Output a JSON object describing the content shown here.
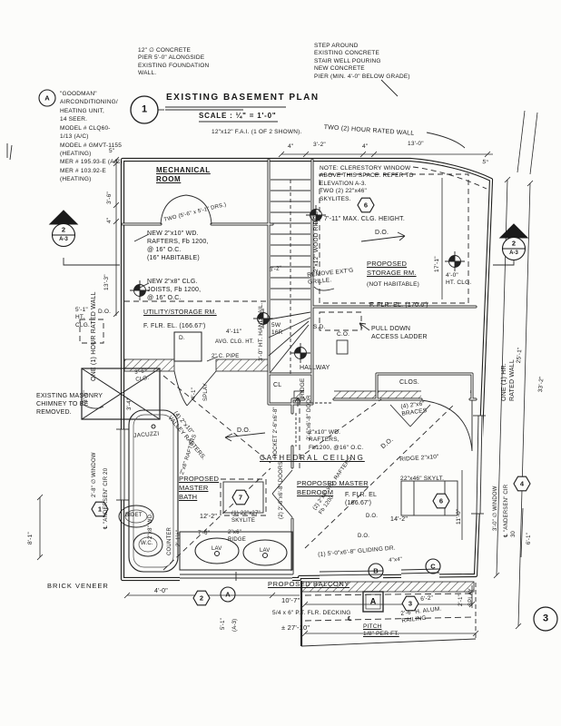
{
  "title_block": {
    "number": "1",
    "title": "EXISTING BASEMENT PLAN",
    "scale": "SCALE : ¼\" = 1'-0\""
  },
  "markers": {
    "a": "A",
    "section_top": "2",
    "section_bottom": "A-3",
    "a3_paren": "(A-3)",
    "hex1": "1",
    "hex2": "2",
    "hex3": "3",
    "hex4": "4",
    "hex6": "6",
    "hex7": "7",
    "circle_a": "A",
    "circle_b": "B",
    "circle_c": "C",
    "grid_3": "3",
    "elev_a": "A",
    "do": "D.O.",
    "sd": "S.D.",
    "co": "C.O.",
    "dryer": "D.",
    "centerline": "℄"
  },
  "notes": {
    "concrete_pier": "12\" ∅ CONCRETE\nPIER 5'-0\" ALONGSIDE\nEXISTING FOUNDATION\nWALL.",
    "stair_well": "STEP AROUND\nEXISTING CONCRETE\nSTAIR WELL POURING\nNEW CONCRETE\nPIER (MIN. 4'-0\" BELOW GRADE)",
    "hvac": "\"GOODMAN\"\nAIRCONDITIONING/\nHEATING UNIT,\n14 SEER.\nMODEL # CLQ60-\n1/13 (A/C)\nMODEL # GMVT-1155\n(HEATING)\nMER # 195.93-E (A/C)\nMER # 103.92-E\n(HEATING)",
    "fai": "12\"x12\" F.A.I. (1 OF 2 SHOWN).",
    "two_hour": "TWO (2) HOUR RATED WALL",
    "one_hour_left": "ONE (1) HOUR RATED WALL",
    "one_hour_right": "ONE (1) HR. RATED WALL",
    "chimney": "EXISTING MASONRY\nCHIMNEY TO BE\nREMOVED.",
    "clerestory": "NOTE: CLERESTORY WINDOW\nABOVE THIS SPACE. REFER TO\nELEVATION A-3.\nTWO (2) 22\"x46\"\nSKYLITES.",
    "max_clg": "7'-11\" MAX. CLG. HEIGHT.",
    "pull_down": "PULL DOWN\nACCESS LADDER",
    "remove_grille": "REMOVE EXT'G\nGRILLE.",
    "new_rafters": "NEW 2\"x10\" WD.\nRAFTERS, Fb 1200,\n@ 16\" O.C.\n(16\" HABITABLE)",
    "new_joists": "NEW 2\"x8\" CLG.\nJOISTS, Fb 1200,\n@ 16\" O.C.",
    "mech_doors": "TWO (5'-6\" x 5'-1\" DRS.)",
    "handrail": "3'-0\" HT. HANDRAIL.",
    "wood_ridge": "2\"x12\" WOOD RIDGE",
    "ridge_label": "RIDGE",
    "valley_rafters": "(4) 2\"x10\"\nVALLEY RAFTERS.",
    "rafters_28": "2\"x8\" RAFTERS",
    "rafters_28wd": "2\"x8\" WD.",
    "counter": "COUNTER",
    "pipe": "2\" C. PIPE",
    "avg_clg": "AVG. CLG. HT.",
    "braces": "(4) 2\"x6\"\nBRACES",
    "bed_rafters": "2\"x10\" WD.\nRAFTERS,\nFb1200, @16\" O.C.",
    "bed_rafters2": "(2) 2\"x8\" WD. RAFTERS\nFb 1200",
    "ridge_210": "RIDGE 2\"x10\"",
    "ridge_26": "2\"x6\"\nRIDGE",
    "skylt_bed": "22\"x46\" SKYLT.",
    "skylite_bath": "(1) 22\"x27\"\nSKYLITE",
    "decking": "5/4 x 6\" P.T. FLR. DECKING",
    "pitch": "PITCH\n1/8\" PER FT.",
    "railing": "2'-6\" H. ALUM.\nRAILING",
    "gliding": "(1) 5'-0\"x6'-8\" GLIDING DR.",
    "window_left": "2'-8\" ∅ WINDOW",
    "window_left_cl": "℄ \"ANDERSEN\" CIR 20",
    "window_right": "3'-0\" ∅ WINDOW",
    "window_right_cl": "℄ \"ANDERSEN\" CIR 30",
    "brick": "BRICK VENEER",
    "pocket_door": "POCKET 2'-6\"x6'-8\"",
    "door_26": "2'-6\"x6'-8\" DOOR",
    "doors_26": "(2) 2'-6\"x6'-8\" DOORS",
    "splay": "SPLAY"
  },
  "rooms": {
    "mechanical": "MECHANICAL\nROOM",
    "utility": "UTILITY/STORAGE RM.",
    "utility_ffl": "F. FLR. EL. (166.67')",
    "storage": "PROPOSED\nSTORAGE RM.",
    "storage_sub": "(NOT HABITABLE)",
    "storage_ffl": "F. FLR. EL. (170.6')",
    "hallway": "HALLWAY",
    "closet": "CL",
    "closet_long": "CLOS.",
    "bath": "PROPOSED\nMASTER\nBATH",
    "bedroom": "PROPOSED MASTER\nBEDROOM",
    "bedroom_ffl": "F. FLR. EL\n(166.67')",
    "balcony": "PROPOSED BALCONY",
    "cathedral": "CATHEDRAL CEILING"
  },
  "fixtures": {
    "jacuzzi": "JACUZZI",
    "bidet": "BIDET",
    "wc": "W.C.",
    "lav": "LAV"
  },
  "dims": {
    "top_4a": "4\"",
    "top_32": "3'-2\"",
    "top_4b": "4\"",
    "top_130": "13'-0\"",
    "top_5": "5\"",
    "left_5": "5\"",
    "left_36": "3'-6\"",
    "left_4": "4\"",
    "left_133": "13'-3\"",
    "left_51": "5'-1\"\nHT.\nCLG.",
    "left_36b": "3'-6\"",
    "left_81": "8'-1\"",
    "stair_32": "3'-2\"",
    "stair_5w16r": "5W\n16R",
    "clg_411": "4'-11\"",
    "storage_171": "17'-1\"",
    "right_40": "4'-0\"\nHT. CLG.",
    "right_251": "25'-1\"",
    "right_332": "33'-2\"",
    "right_61": "6'-1\"",
    "right_110": "11'-0\"",
    "bath_122": "12'-2\"",
    "bath_76": "7'-6\"",
    "counter_21": "2'-1½\"",
    "dim_41": "4'-1\"",
    "dim_34": "3'-4\"",
    "clg_36": "3'-6\"\nCLG.",
    "bed_142": "14'-2\"",
    "bal_40": "4'-0\"",
    "bal_51": "5'-1\"",
    "bal_107": "10'-7\"",
    "bal_2710": "± 27'-10\"",
    "bal_62": "6'-2\"",
    "splay_21": "2'-1\"",
    "posts_44": "4\"x4\""
  }
}
